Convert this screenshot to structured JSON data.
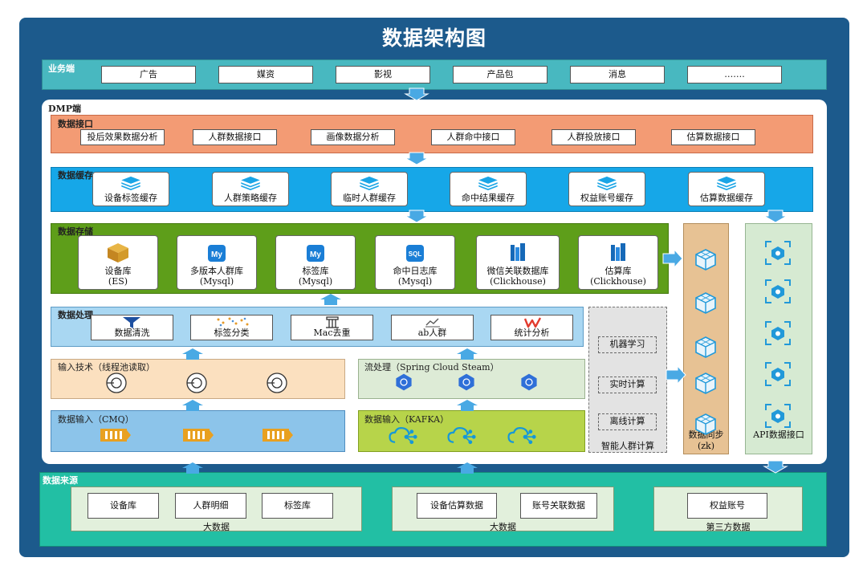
{
  "title": "数据架构图",
  "business": {
    "label": "业务端",
    "items": [
      "广告",
      "媒资",
      "影视",
      "产品包",
      "消息",
      "……."
    ]
  },
  "dmp": {
    "label": "DMP端",
    "interface": {
      "label": "数据接口",
      "items": [
        "投后效果数据分析",
        "人群数据接口",
        "画像数据分析",
        "人群命中接口",
        "人群投放接口",
        "估算数据接口"
      ]
    },
    "cache": {
      "label": "数据缓存",
      "items": [
        "设备标签缓存",
        "人群策略缓存",
        "临时人群缓存",
        "命中结果缓存",
        "权益账号缓存",
        "估算数据缓存"
      ]
    },
    "storage": {
      "label": "数据存储",
      "items": [
        {
          "line1": "设备库",
          "line2": "(ES)",
          "icon": "elasticsearch-icon"
        },
        {
          "line1": "多版本人群库",
          "line2": "(Mysql)",
          "icon": "mysql-icon"
        },
        {
          "line1": "标签库",
          "line2": "(Mysql)",
          "icon": "mysql-icon"
        },
        {
          "line1": "命中日志库",
          "line2": "(Mysql)",
          "icon": "sql-icon"
        },
        {
          "line1": "微信关联数据库",
          "line2": "(Clickhouse)",
          "icon": "clickhouse-icon"
        },
        {
          "line1": "估算库",
          "line2": "(Clickhouse)",
          "icon": "clickhouse-icon"
        }
      ]
    },
    "processing": {
      "label": "数据处理",
      "items": [
        "数据清洗",
        "标签分类",
        "Mac去重",
        "ab人群",
        "统计分析"
      ]
    },
    "input_tech": {
      "label": "输入技术（线程池读取）"
    },
    "stream": {
      "label": "流处理（Spring Cloud Steam）"
    },
    "input_cmq": {
      "label": "数据输入（CMQ）"
    },
    "input_kafka": {
      "label": "数据输入（KAFKA）"
    },
    "smart": {
      "label": "智能人群计算",
      "items": [
        "机器学习",
        "实时计算",
        "离线计算"
      ]
    },
    "sync": {
      "label": "数据同步(zk)"
    },
    "api": {
      "label": "API数据接口"
    }
  },
  "sources": {
    "label": "数据来源",
    "groups": [
      {
        "items": [
          "设备库",
          "人群明细",
          "标签库"
        ],
        "caption": "大数据"
      },
      {
        "items": [
          "设备估算数据",
          "账号关联数据"
        ],
        "caption": "大数据"
      },
      {
        "items": [
          "权益账号"
        ],
        "caption": "第三方数据"
      }
    ]
  },
  "colors": {
    "frame": "#1c5a8c",
    "business": "#48b8c0",
    "interface": "#f39b74",
    "cache": "#16a7e8",
    "storage": "#5e9e1a",
    "processing": "#a9d7f2",
    "input_tech": "#fbe0bf",
    "stream": "#ddebd6",
    "input_cmq": "#8cc4ea",
    "input_kafka": "#b7d44a",
    "sync": "#e7c294",
    "api": "#d6ead2",
    "sources": "#22bfa4",
    "arrow": "#49a9e4"
  }
}
